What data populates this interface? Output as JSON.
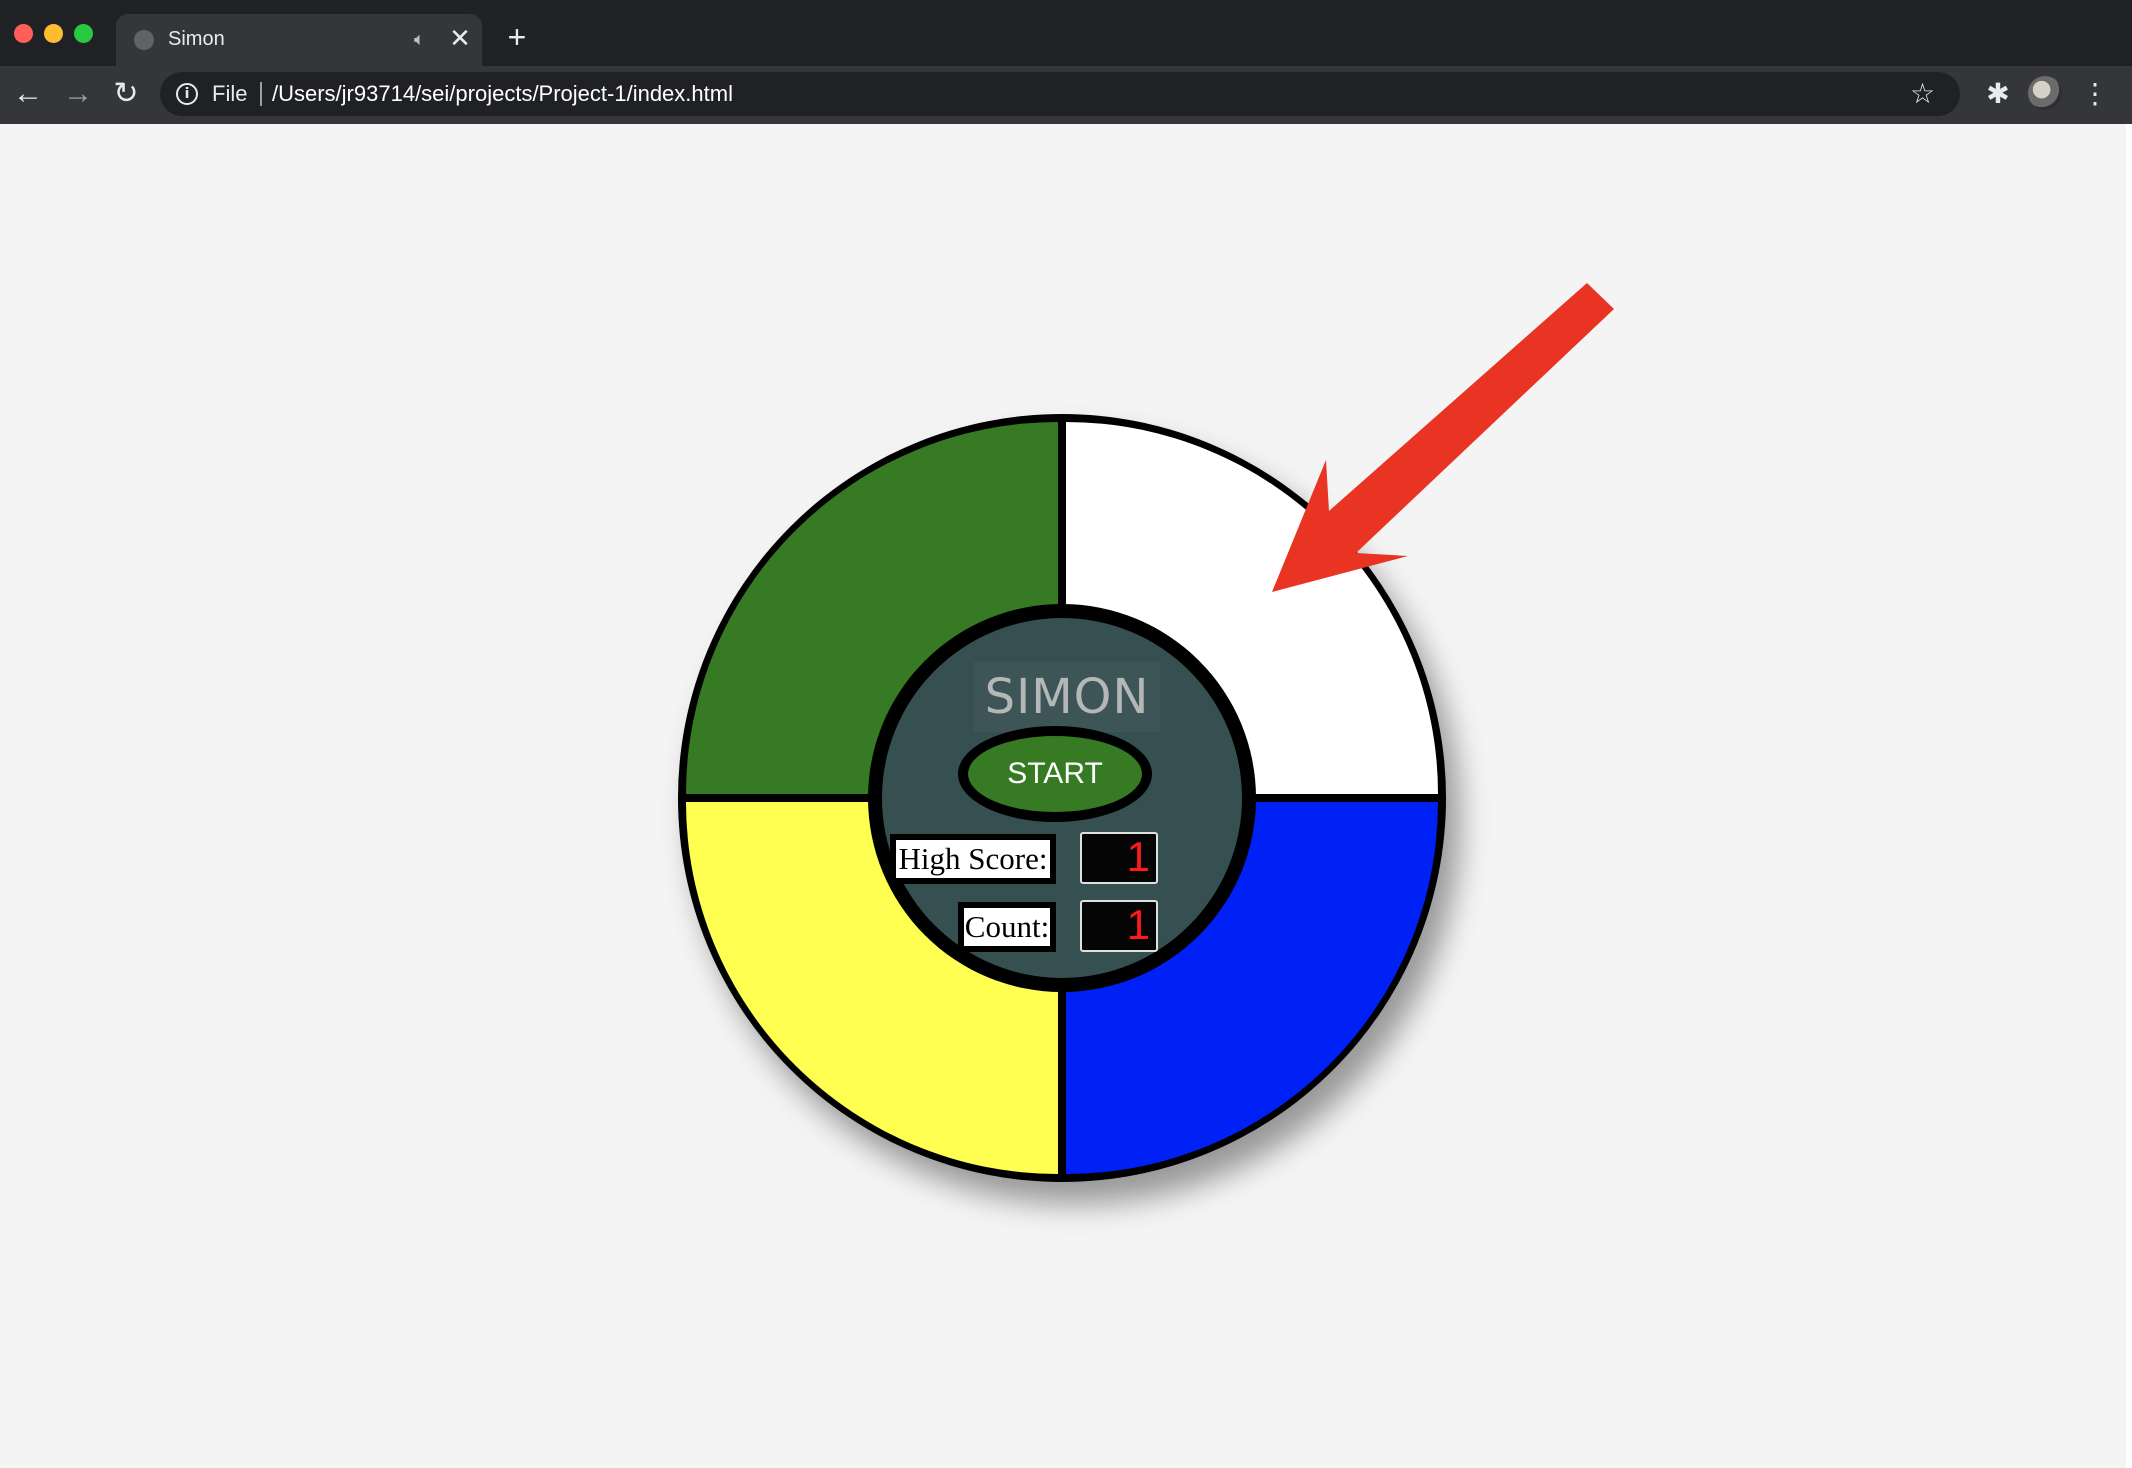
{
  "browser": {
    "tab_title": "Simon",
    "address_scheme": "File",
    "address_url": "/Users/jr93714/sei/projects/Project-1/index.html",
    "icons": {
      "back": "arrow-left-icon",
      "forward": "arrow-right-icon",
      "reload": "reload-icon",
      "info": "info-icon",
      "bookmark": "star-icon",
      "extensions": "puzzle-icon",
      "menu": "kebab-menu-icon",
      "audio": "speaker-icon",
      "close": "close-icon",
      "new_tab": "plus-icon"
    }
  },
  "game": {
    "logo": "SIMON",
    "start_label": "START",
    "high_score_label": "High Score:",
    "high_score_value": "1",
    "count_label": "Count:",
    "count_value": "1",
    "colors": {
      "green": "#367a23",
      "white": "#ffffff",
      "yellow": "#ffff52",
      "blue": "#0021f5",
      "center": "#365052",
      "digits": "#ff1a1a"
    }
  },
  "annotation": {
    "arrow_color": "#e93323"
  }
}
